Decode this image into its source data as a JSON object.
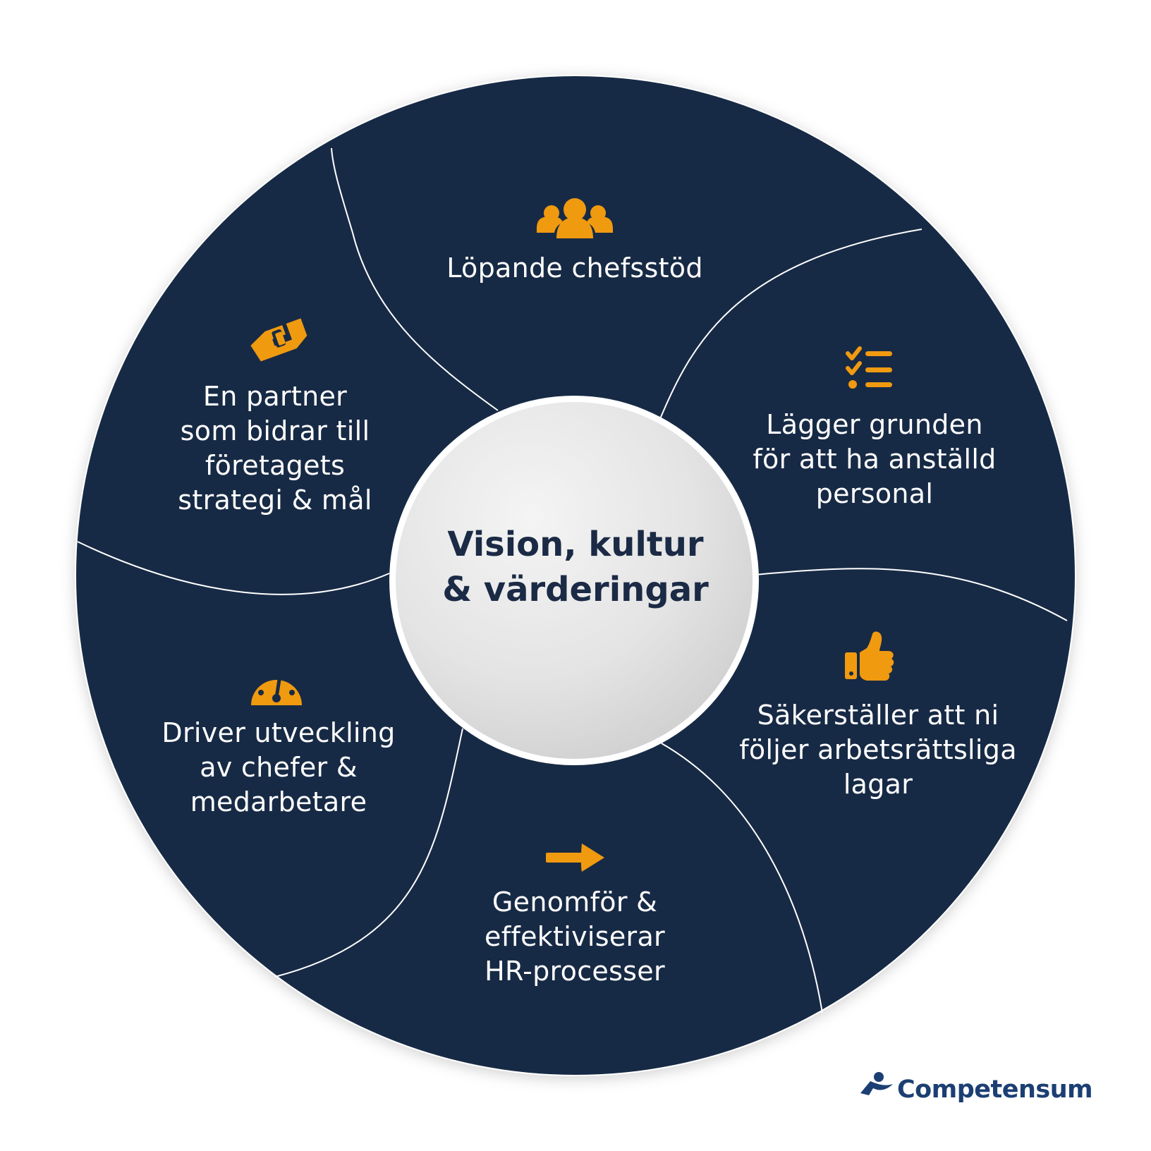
{
  "center": {
    "title": "Vision, kultur\n& värderingar"
  },
  "segments": [
    {
      "id": "top",
      "label": "Löpande chefsstöd",
      "icon": "people-group-icon"
    },
    {
      "id": "upper-right",
      "label": "Lägger grunden\nför att ha anställd\npersonal",
      "icon": "checklist-icon"
    },
    {
      "id": "lower-right",
      "label": "Säkerställer att ni\nföljer arbetsrättsliga\nlagar",
      "icon": "thumbs-up-icon"
    },
    {
      "id": "bottom",
      "label": "Genomför &\neffektiviserar\nHR-processer",
      "icon": "arrow-right-icon"
    },
    {
      "id": "lower-left",
      "label": "Driver utveckling\nav chefer &\nmedarbetare",
      "icon": "speedometer-icon"
    },
    {
      "id": "upper-left",
      "label": "En partner\nsom bidrar till\nföretagets\nstrategi & mål",
      "icon": "handshake-icon"
    }
  ],
  "brand": {
    "name": "Competensum"
  },
  "colors": {
    "wheel": "#172a45",
    "accent": "#f09a10",
    "divider": "#ffffff",
    "center_text": "#1b2a45",
    "brand": "#1c3f73"
  }
}
